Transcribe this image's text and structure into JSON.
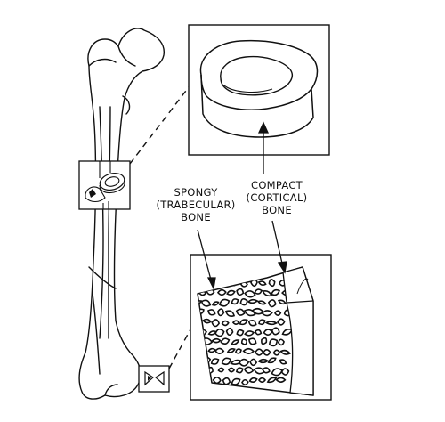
{
  "labels": {
    "spongy": [
      "SPONGY",
      "(TRABECULAR)",
      "BONE"
    ],
    "compact": [
      "COMPACT",
      "(CORTICAL)",
      "BONE"
    ]
  },
  "colors": {
    "stroke": "#111111",
    "background": "#ffffff"
  }
}
